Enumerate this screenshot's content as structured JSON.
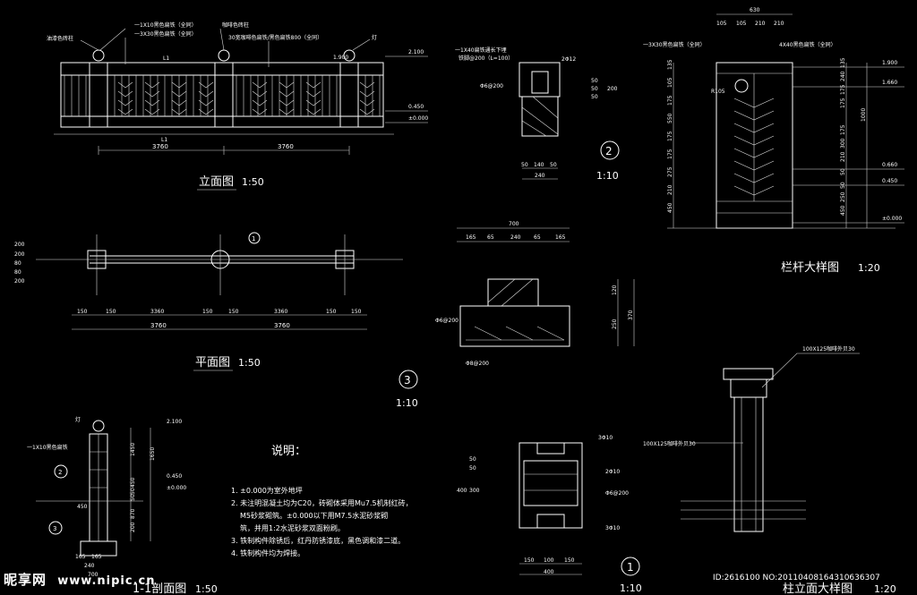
{
  "views": {
    "elevation": {
      "title": "立面图",
      "scale": "1:50",
      "labels": {
        "l1": "一1X10黑色扁铁（全同）",
        "l2": "一3X30黑色扁铁（全同）",
        "l3": "油漆色砖柱",
        "l4": "咖啡色砖柱",
        "l5": "30宽咖啡色扁铁/黑色扁铁800（全同）",
        "l6": "灯",
        "l7": "L1",
        "l8": "L1"
      },
      "levels": [
        "2.100",
        "1.900",
        "0.450",
        "±0.000"
      ],
      "dims": [
        "3760",
        "3760"
      ]
    },
    "plan": {
      "title": "平面图",
      "scale": "1:50",
      "top": [
        "150",
        "150",
        "3360",
        "150",
        "150",
        "3360",
        "150",
        "150"
      ],
      "bottom": [
        "3760",
        "3760"
      ],
      "left": [
        "200",
        "200",
        "80",
        "80",
        "200"
      ],
      "marker": "1"
    },
    "section11": {
      "title": "1-1剖面图",
      "scale": "1:50",
      "labels": {
        "lamp": "灯",
        "bar": "一1X10黑色扁铁"
      },
      "levels": [
        "2.100",
        "0.450",
        "±0.000"
      ],
      "dims": [
        "1450",
        "1650",
        "450",
        "870",
        "165",
        "165",
        "240",
        "700",
        "450",
        "50",
        "50",
        "200"
      ],
      "markers": [
        "2",
        "3"
      ]
    },
    "detail2": {
      "title": "2",
      "scale": "1:10",
      "labels": {
        "a": "一1X40扁铁通长下埋",
        "b": "铁脚@200（L=100）",
        "c": "2Φ12",
        "d": "Φ6@200"
      },
      "dims": [
        "50",
        "140",
        "50",
        "240",
        "50",
        "50",
        "50",
        "200"
      ]
    },
    "detail3": {
      "title": "3",
      "scale": "1:10",
      "dims": [
        "700",
        "165",
        "65",
        "240",
        "65",
        "165",
        "120",
        "250",
        "370"
      ],
      "labels": {
        "a": "Φ6@200",
        "b": "Φ8@200"
      }
    },
    "detail1": {
      "title": "1",
      "scale": "1:10",
      "dims": [
        "150",
        "100",
        "150",
        "400",
        "50",
        "50",
        "300",
        "400"
      ],
      "labels": {
        "a": "3Φ10",
        "b": "2Φ10",
        "c": "Φ6@200",
        "d": "3Φ10"
      }
    },
    "railing": {
      "title": "栏杆大样图",
      "scale": "1:20",
      "labels": {
        "a": "一3X30黑色扁铁（全同）",
        "b": "4X40黑色扁铁（全同）",
        "c": "R105"
      },
      "top": [
        "630",
        "105",
        "105",
        "210",
        "210"
      ],
      "levels": [
        "1.900",
        "1.660",
        "0.660",
        "0.450",
        "±0.000"
      ],
      "left": [
        "135",
        "105",
        "175",
        "550",
        "175",
        "175",
        "275",
        "210",
        "450"
      ],
      "right": [
        "135",
        "240",
        "175",
        "175",
        "1000",
        "175",
        "300",
        "210",
        "50",
        "50",
        "250",
        "450"
      ]
    },
    "column": {
      "title": "柱立面大样图",
      "scale": "1:20",
      "labels": {
        "a": "100X125咖啡外贝30",
        "b": "100X125咖啡外贝30"
      }
    }
  },
  "notes": {
    "title": "说明：",
    "items": [
      "1. ±0.000为室外地坪",
      "2. 未注明混凝土均为C20，砖砌体采用Mu7.5机制红砖，",
      "M5砂浆砌筑。±0.000以下用M7.5水泥砂浆砌",
      "筑，并用1:2水泥砂浆双面粉刷。",
      "3. 铁制构件除锈后，红丹防锈漆底，黑色调和漆二道。",
      "4. 铁制构件均为焊接。"
    ]
  },
  "watermark": {
    "logo": "昵享网",
    "url": "www.nipic.cn",
    "id": "ID:2616100 NO:20110408164310636307"
  }
}
